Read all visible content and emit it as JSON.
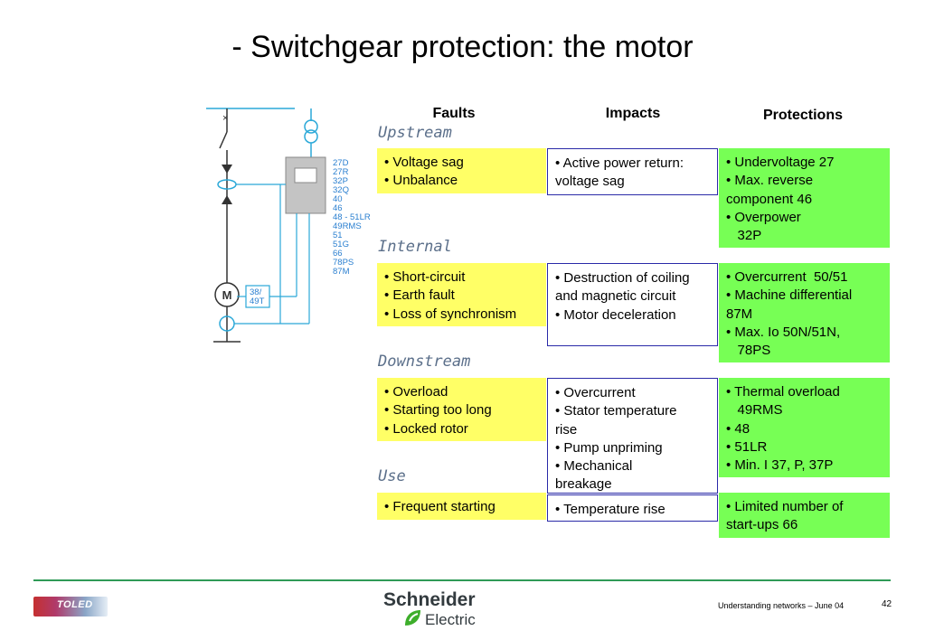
{
  "slide": {
    "title": "- Switchgear protection: the motor",
    "page_number": "42",
    "footer_text": "Understanding networks – June 04"
  },
  "column_headers": {
    "faults": "Faults",
    "impacts": "Impacts",
    "protections": "Protections"
  },
  "sections": [
    {
      "label": "Upstream",
      "faults": [
        "• Voltage sag",
        "• Unbalance"
      ],
      "impacts": [
        "• Active power return:",
        "voltage sag"
      ],
      "protections": [
        "• Undervoltage 27",
        "• Max. reverse",
        "component 46",
        "• Overpower",
        "   32P"
      ]
    },
    {
      "label": "Internal",
      "faults": [
        "• Short-circuit",
        "• Earth fault",
        "• Loss of synchronism"
      ],
      "impacts": [
        "• Destruction of coiling",
        "and magnetic circuit",
        "• Motor deceleration"
      ],
      "protections": [
        "• Overcurrent  50/51",
        "• Machine differential",
        "87M",
        "• Max. Io 50N/51N,",
        "   78PS"
      ]
    },
    {
      "label": "Downstream",
      "faults": [
        "• Overload",
        "• Starting too long",
        "• Locked rotor"
      ],
      "impacts": [
        "• Overcurrent",
        "• Stator temperature",
        "rise",
        "• Pump unpriming",
        "• Mechanical",
        "breakage"
      ],
      "protections": [
        "• Thermal overload",
        "   49RMS",
        "• 48",
        "• 51LR",
        "• Min. I 37, P, 37P"
      ]
    },
    {
      "label": "Use",
      "faults": [
        "• Frequent starting"
      ],
      "impacts": [
        "• Temperature rise"
      ],
      "protections": [
        "• Limited number of",
        "start-ups 66"
      ]
    }
  ],
  "diagram": {
    "relay_codes": [
      "27D",
      "27R",
      "32P",
      "32Q",
      "40",
      "46",
      "48 - 51LR",
      "49RMS",
      "51",
      "51G",
      "66",
      "78PS",
      "87M"
    ],
    "motor_label": "M",
    "thermal_label_1": "38/",
    "thermal_label_2": "49T"
  },
  "logos": {
    "left_logo_text": "TOLED",
    "brand_line1": "Schneider",
    "brand_line2": "Electric"
  },
  "colors": {
    "fault_box": "#ffff66",
    "protection_box": "#77ff55",
    "impact_border": "#2a2aa8",
    "section_label": "#5b6f8a",
    "diagram_line": "#2aa8d8",
    "separator": "#2f9a57"
  }
}
